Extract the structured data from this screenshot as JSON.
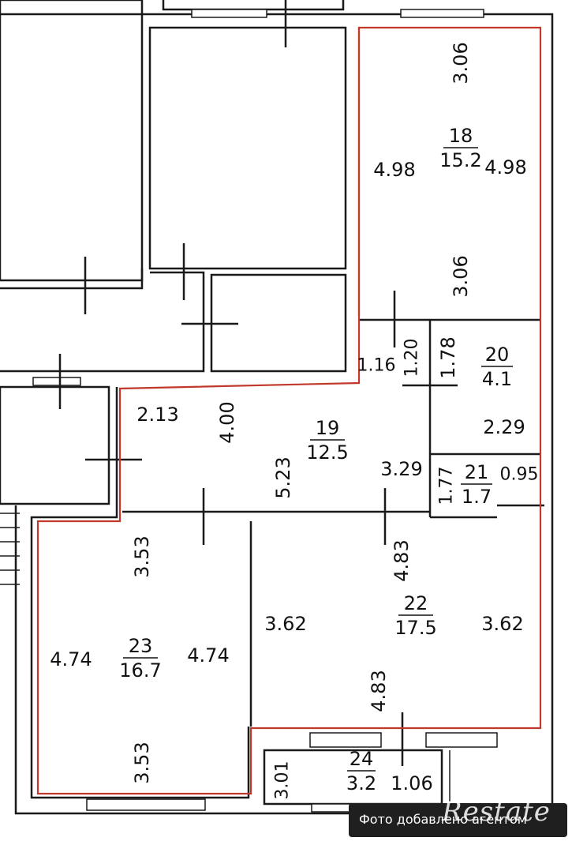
{
  "rooms": [
    {
      "id": "room-18",
      "number": "18",
      "area": "15.2"
    },
    {
      "id": "room-19",
      "number": "19",
      "area": "12.5"
    },
    {
      "id": "room-20",
      "number": "20",
      "area": "4.1"
    },
    {
      "id": "room-21",
      "number": "21",
      "area": "1.7"
    },
    {
      "id": "room-22",
      "number": "22",
      "area": "17.5"
    },
    {
      "id": "room-23",
      "number": "23",
      "area": "16.7"
    },
    {
      "id": "room-24",
      "number": "24",
      "area": "3.2"
    }
  ],
  "dimensions": [
    {
      "value": "3.06",
      "rotated": true
    },
    {
      "value": "4.98",
      "rotated": false
    },
    {
      "value": "4.98",
      "rotated": false
    },
    {
      "value": "3.06",
      "rotated": true
    },
    {
      "value": "1.16",
      "rotated": false
    },
    {
      "value": "1.20",
      "rotated": true
    },
    {
      "value": "1.78",
      "rotated": true
    },
    {
      "value": "2.29",
      "rotated": false
    },
    {
      "value": "2.13",
      "rotated": false
    },
    {
      "value": "4.00",
      "rotated": true
    },
    {
      "value": "5.23",
      "rotated": true
    },
    {
      "value": "3.29",
      "rotated": false
    },
    {
      "value": "1.77",
      "rotated": true
    },
    {
      "value": "0.95",
      "rotated": false
    },
    {
      "value": "4.83",
      "rotated": true
    },
    {
      "value": "3.62",
      "rotated": false
    },
    {
      "value": "3.62",
      "rotated": false
    },
    {
      "value": "4.83",
      "rotated": true
    },
    {
      "value": "3.53",
      "rotated": true
    },
    {
      "value": "4.74",
      "rotated": false
    },
    {
      "value": "4.74",
      "rotated": false
    },
    {
      "value": "3.53",
      "rotated": true
    },
    {
      "value": "3.01",
      "rotated": true
    },
    {
      "value": "1.06",
      "rotated": false
    }
  ],
  "caption": "Фото добавлено агентом",
  "watermark": "Restate",
  "colors": {
    "walls": "#1a1a1a",
    "apartment_outline": "#c0392b",
    "caption_bg": "#1f1f1f"
  }
}
